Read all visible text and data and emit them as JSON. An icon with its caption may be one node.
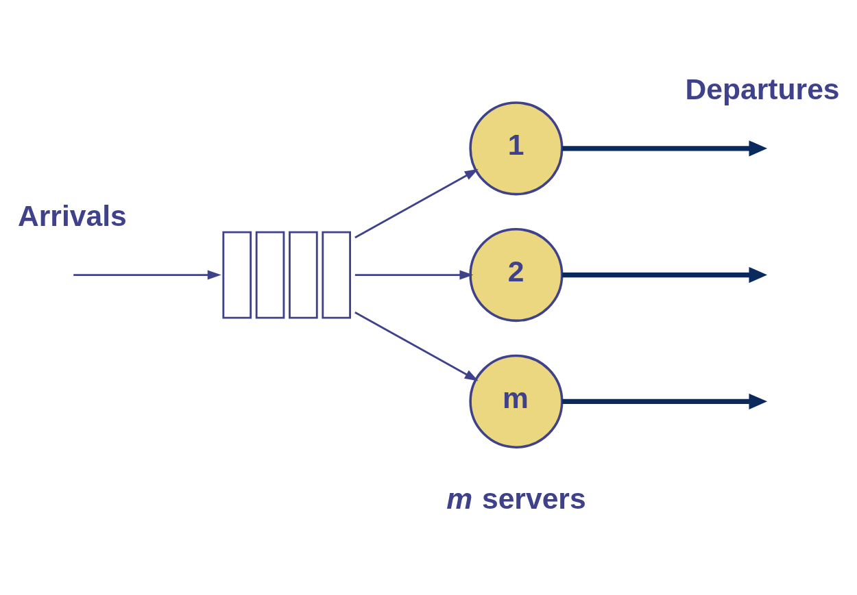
{
  "diagram": {
    "nodes": [
      {
        "text": [],
        "shape": "queue"
      },
      {
        "text": [
          "1"
        ]
      },
      {
        "text": [
          "2"
        ]
      },
      {
        "text": [
          "m"
        ]
      }
    ],
    "edges": [
      {
        "from": null,
        "to": 0,
        "arrow": "to"
      },
      {
        "from": 0,
        "to": 1,
        "arrow": "to"
      },
      {
        "from": 0,
        "to": 2,
        "arrow": "to"
      },
      {
        "from": 0,
        "to": 3,
        "arrow": "to"
      },
      {
        "from": 1,
        "to": null,
        "arrow": "to",
        "style": "thick",
        "color": "#0a2a5e"
      },
      {
        "from": 2,
        "to": null,
        "arrow": "to",
        "style": "thick",
        "color": "#0a2a5e"
      },
      {
        "from": 3,
        "to": null,
        "arrow": "to",
        "style": "thick",
        "color": "#0a2a5e"
      }
    ],
    "labels": [
      "Arrivals",
      "Departures",
      "*m* servers"
    ]
  }
}
